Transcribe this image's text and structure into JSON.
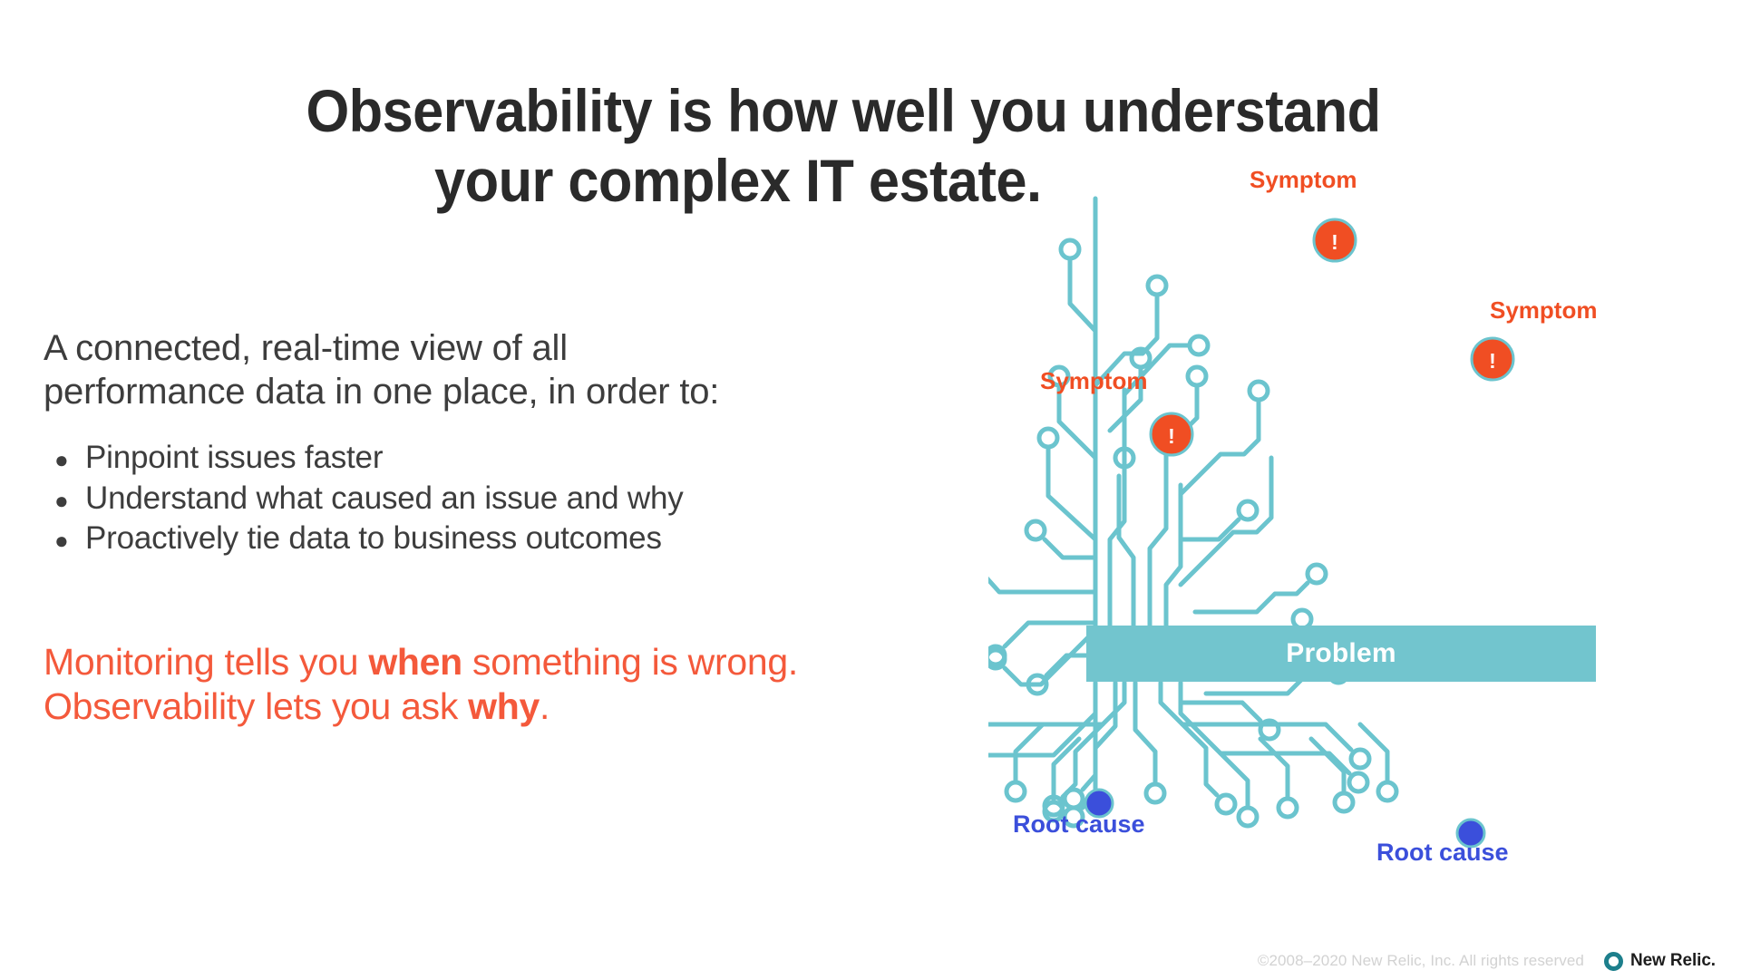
{
  "title": {
    "line1": "Observability is how well you understand",
    "line2": "your complex IT estate."
  },
  "body": {
    "lede_line1": "A connected, real-time view of all",
    "lede_line2": "performance data in one place, in order to:",
    "bullet_marker": "●",
    "bullets": [
      "Pinpoint issues faster",
      "Understand what caused an issue and why",
      "Proactively tie data to business outcomes"
    ]
  },
  "emphasis": {
    "part1": "Monitoring tells you ",
    "bold1": "when",
    "part2": " something is wrong. Observability lets you ask ",
    "bold2": "why",
    "part3": "."
  },
  "diagram": {
    "problem_label": "Problem",
    "symptom_labels": [
      "Symptom",
      "Symptom",
      "Symptom"
    ],
    "root_cause_labels": [
      "Root cause",
      "Root cause"
    ],
    "symptom_marker_glyph": "!",
    "colors": {
      "tree": "#6bc4ce",
      "problem_bar": "#72c5ce",
      "symptom": "#f04e23",
      "root_cause": "#3b4fdb",
      "title": "#2a2a2a",
      "body": "#3d3d3d",
      "emphasis": "#f4593b"
    }
  },
  "footer": {
    "copyright": "©2008–2020 New Relic, Inc. All rights reserved",
    "logo_text": "New Relic."
  }
}
